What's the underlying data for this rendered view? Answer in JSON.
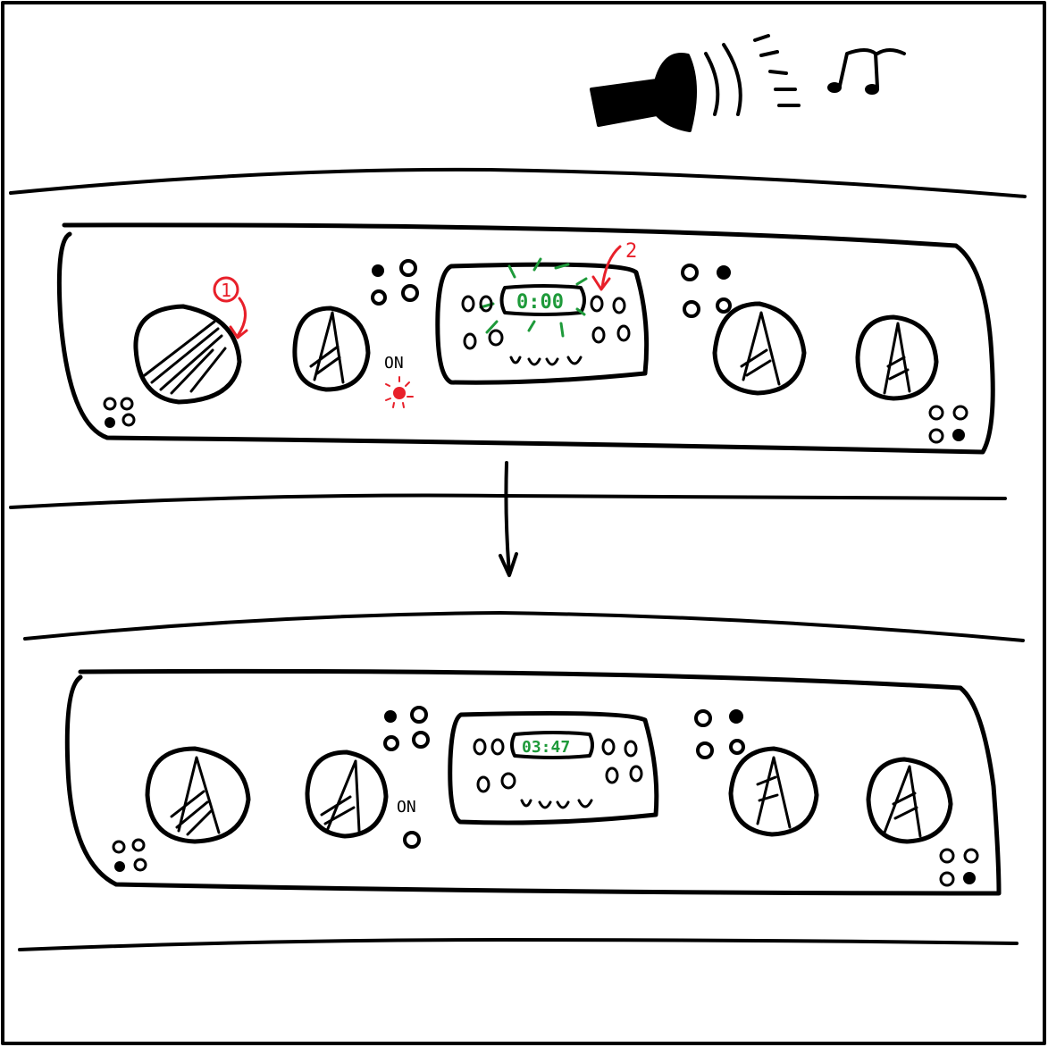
{
  "panels": [
    {
      "on_label": "ON",
      "display": "0:00",
      "annotations": [
        {
          "label": "1",
          "target": "left-knob"
        },
        {
          "label": "2",
          "target": "display-panel"
        }
      ]
    },
    {
      "on_label": "ON",
      "display": "03:47",
      "annotations": []
    }
  ],
  "colors": {
    "ink": "#000000",
    "annotation": "#e8202a",
    "display_text": "#1e9a3a",
    "indicator_on": "#e8202a"
  },
  "icons": [
    "speaker-icon",
    "music-notes-icon",
    "down-arrow-icon",
    "indicator-light-icon"
  ]
}
